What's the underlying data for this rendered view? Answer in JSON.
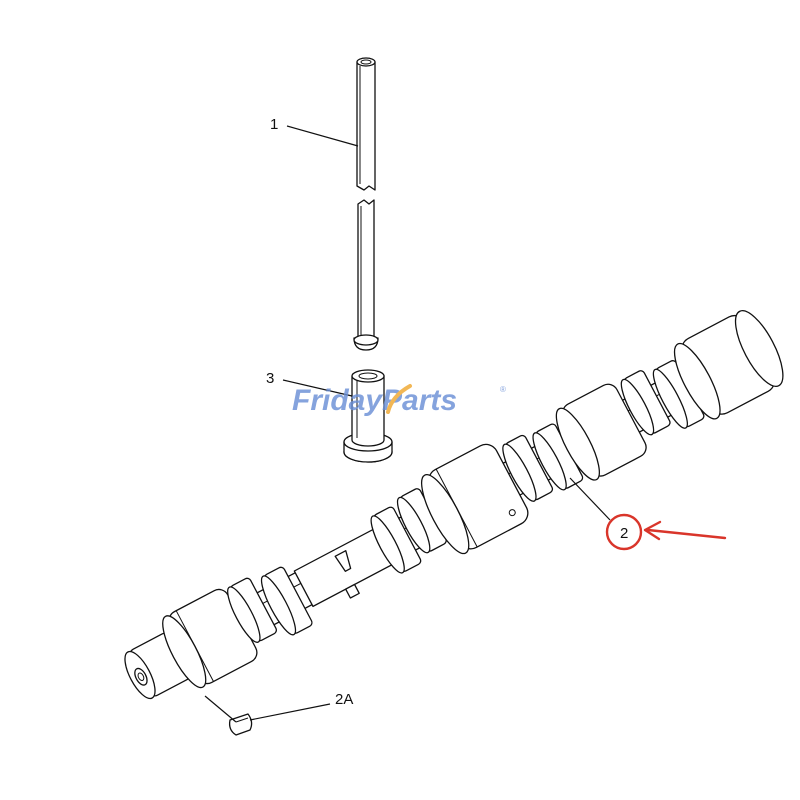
{
  "callouts": {
    "pushrod": "1",
    "lifter": "3",
    "camshaft": "2",
    "key": "2A"
  },
  "watermark": {
    "text_left": "Friday",
    "text_right": "Parts",
    "registered": "®",
    "color_primary": "#6b8fd6",
    "color_accent": "#f0a830"
  },
  "highlight": {
    "color": "#d9352a",
    "target": "2"
  }
}
